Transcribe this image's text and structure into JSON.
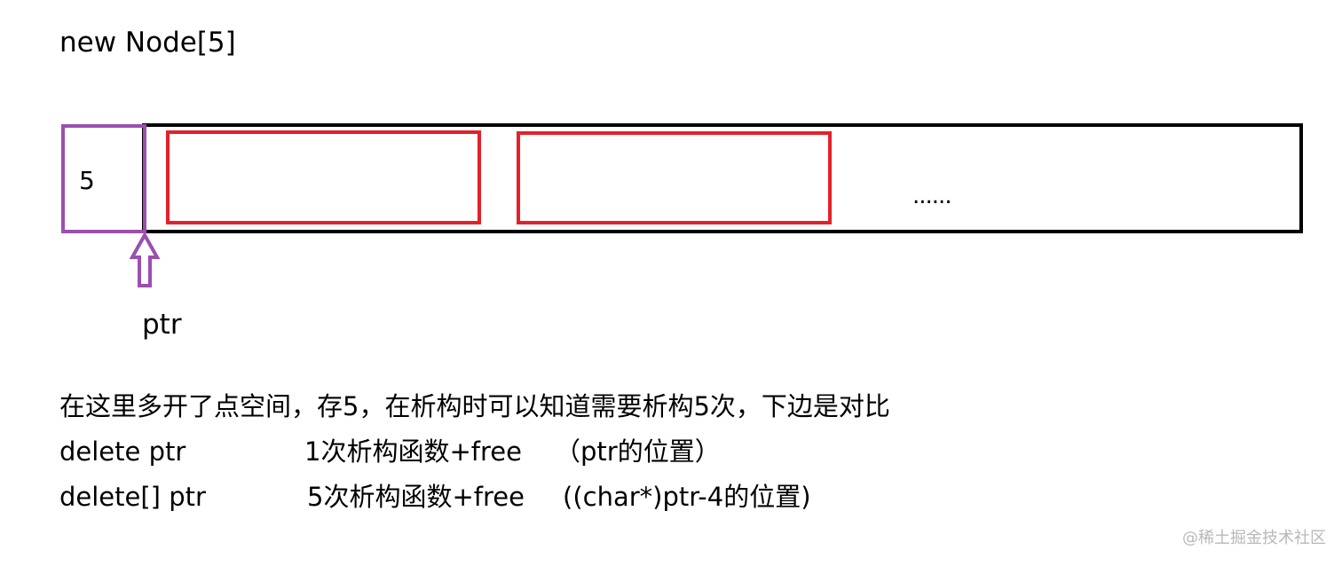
{
  "title": "new Node[5]",
  "header_cell": {
    "value": "5"
  },
  "array": {
    "ellipsis": "......"
  },
  "pointer": {
    "label": "ptr"
  },
  "description": "在这里多开了点空间，存5，在析构时可以知道需要析构5次，下边是对比",
  "comparison": [
    {
      "code": "delete ptr",
      "effect": "1次析构函数+free",
      "position": "（ptr的位置）"
    },
    {
      "code": "delete[] ptr",
      "effect": "5次析构函数+free",
      "position": "((char*)ptr-4的位置)"
    }
  ],
  "watermark": "@稀土掘金技术社区",
  "colors": {
    "header_border": "#9b4fae",
    "element_border": "#e5202a",
    "frame_border": "#000000",
    "arrow": "#9b4fae"
  }
}
